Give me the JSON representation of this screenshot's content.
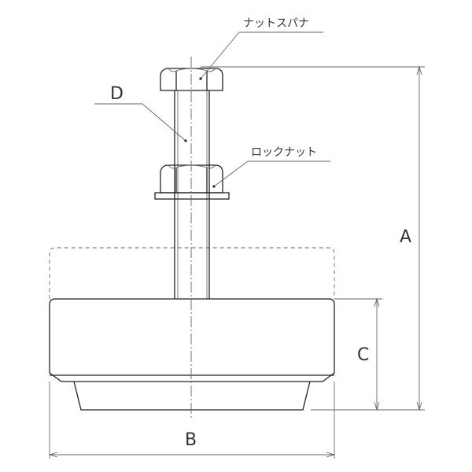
{
  "labels": {
    "wrench_nut": "ナットスパナ",
    "lock_nut": "ロックナット",
    "d": "D",
    "a": "A",
    "b": "B",
    "c": "C"
  }
}
